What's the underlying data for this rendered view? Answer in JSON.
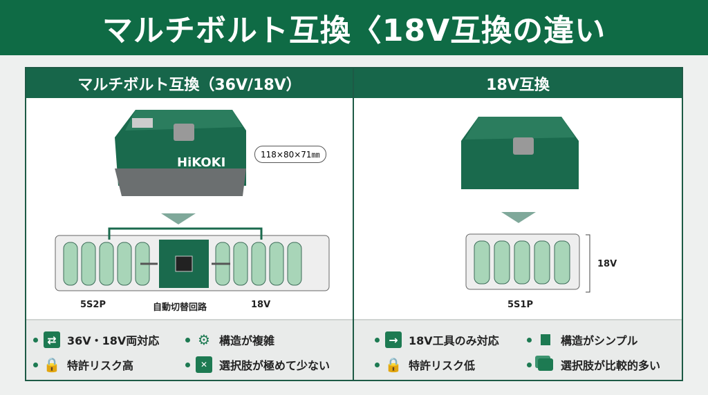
{
  "title": "マルチボルト互換〈18V互換の違い",
  "left": {
    "header": "マルチボルト互換（36V/18V）",
    "brand": "HiKOKI",
    "dimensions": "118×80×71㎜",
    "cells_label": "5S2P",
    "circuit_label": "自動切替回路",
    "voltage_label": "18V",
    "features": [
      "36V・18V両対応",
      "構造が複雑",
      "特許リスク高",
      "選択肢が極めて少ない"
    ]
  },
  "right": {
    "header": "18V互換",
    "cells_label": "5S1P",
    "voltage_label": "18V",
    "features": [
      "18V工具のみ対応",
      "構造がシンプル",
      "特許リスク低",
      "選択肢が比較的多い"
    ]
  },
  "colors": {
    "primary": "#0f6b45",
    "cell": "#a8d5b8"
  }
}
